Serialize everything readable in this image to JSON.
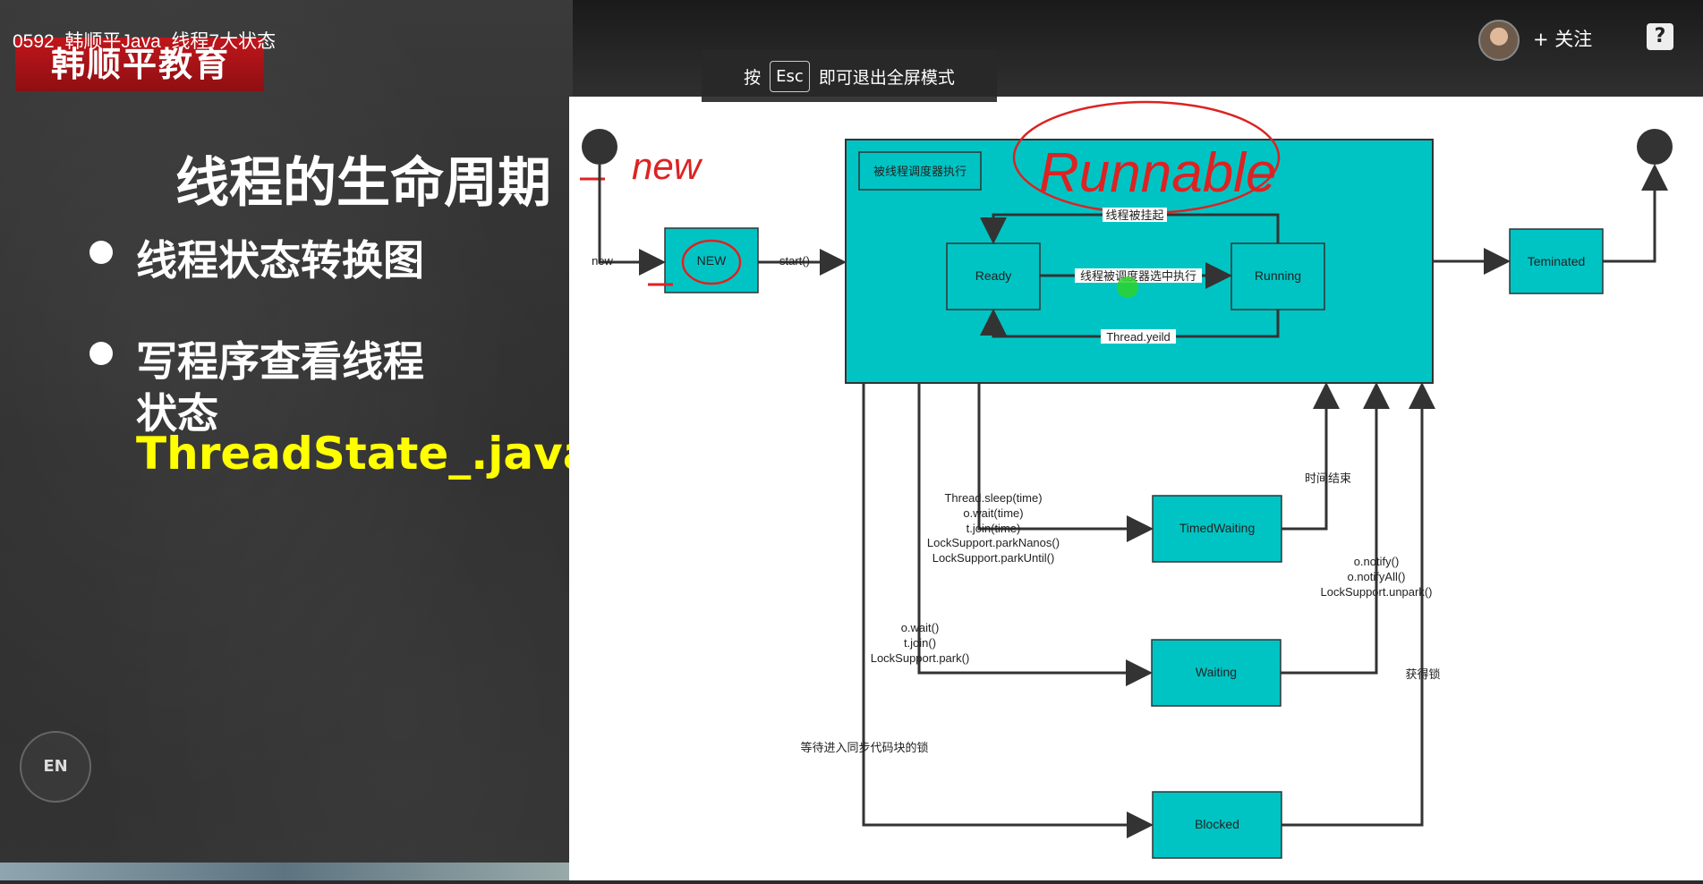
{
  "header": {
    "video_title": "0592_韩顺平Java_线程7大状态",
    "brand": "韩顺平教育",
    "follow_label": "+ 关注",
    "help_label": "?"
  },
  "esc_toast": {
    "prefix": "按",
    "key": "Esc",
    "suffix": "即可退出全屏模式"
  },
  "slide": {
    "title": "线程的生命周期",
    "bullet1": "线程状态转换图",
    "bullet2_line1": "写程序查看线程",
    "bullet2_line2": "状态",
    "bullet2_line3": "ThreadState_.java",
    "en_button": "EN"
  },
  "diagram": {
    "states": {
      "new": "NEW",
      "ready": "Ready",
      "running": "Running",
      "terminated": "Teminated",
      "timed_waiting": "TimedWaiting",
      "waiting": "Waiting",
      "blocked": "Blocked"
    },
    "runnable_box_label": "被线程调度器执行",
    "handwritten": {
      "new_note": "new",
      "runnable_note": "Runnable"
    },
    "edges": {
      "new_label": "new",
      "start_label": "start()",
      "suspended": "线程被挂起",
      "selected": "线程被调度器选中执行",
      "yield": "Thread.yeild",
      "timed_calls": [
        "Thread.sleep(time)",
        "o.wait(time)",
        "t.join(time)",
        "LockSupport.parkNanos()",
        "LockSupport.parkUntil()"
      ],
      "time_over": "时间结束",
      "wait_calls": [
        "o.wait()",
        "t.join()",
        "LockSupport.park()"
      ],
      "notify_calls": [
        "o.notify()",
        "o.notifyAll()",
        "LockSupport.unpark()"
      ],
      "get_lock": "获得锁",
      "wait_lock": "等待进入同步代码块的锁"
    }
  }
}
